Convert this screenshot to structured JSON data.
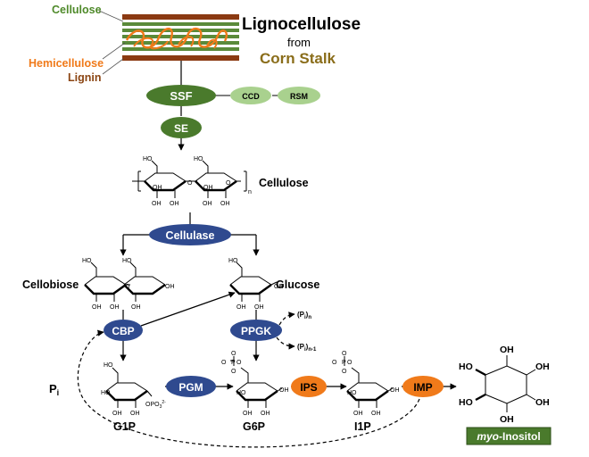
{
  "feedstock": {
    "label_cellulose": "Cellulose",
    "label_hemicellulose": "Hemicellulose",
    "label_lignin": "Lignin",
    "title_main": "Lignocellulose",
    "title_from": "from",
    "title_source": "Corn Stalk"
  },
  "pretreatment": {
    "ssf": "SSF",
    "ccd": "CCD",
    "rsm": "RSM",
    "se": "SE"
  },
  "molecules": {
    "cellulose": "Cellulose",
    "cellobiose": "Cellobiose",
    "glucose": "Glucose",
    "g1p": "G1P",
    "g6p": "G6P",
    "i1p": "I1P",
    "product_prefix": "myo",
    "product_suffix": "-Inositol"
  },
  "enzymes": {
    "cellulase": "Cellulase",
    "cbp": "CBP",
    "ppgk": "PPGK",
    "pgm": "PGM",
    "ips": "IPS",
    "imp": "IMP"
  },
  "cofactors": {
    "pi": "P",
    "pi_sub": "i",
    "polyp_n": "(P",
    "polyp_n_sub": "i",
    "polyp_n_close": ")",
    "polyp_n_index": "n",
    "polyp_n1": "(P",
    "polyp_n1_sub": "i",
    "polyp_n1_close": ")",
    "polyp_n1_index": "n-1"
  },
  "chem_labels": {
    "ho": "HO",
    "oh": "OH",
    "o": "O",
    "n": "n",
    "o_minus": "O",
    "p": "P",
    "opo3": "OPO",
    "opo3_sub": "3",
    "opo3_charge": "2-"
  },
  "colors": {
    "green_dark": "#4a7a2c",
    "green_light": "#a9d18e",
    "blue_enzyme": "#2f4a8f",
    "orange_enzyme": "#f07a1a",
    "cellulose_text": "#4f8a2a",
    "hemicellulose_text": "#f07a1a",
    "lignin_text": "#8b4513",
    "corn_stalk_text": "#8a6d1a",
    "stripe_brown": "#8b3a12",
    "stripe_green": "#5a8a3a"
  }
}
